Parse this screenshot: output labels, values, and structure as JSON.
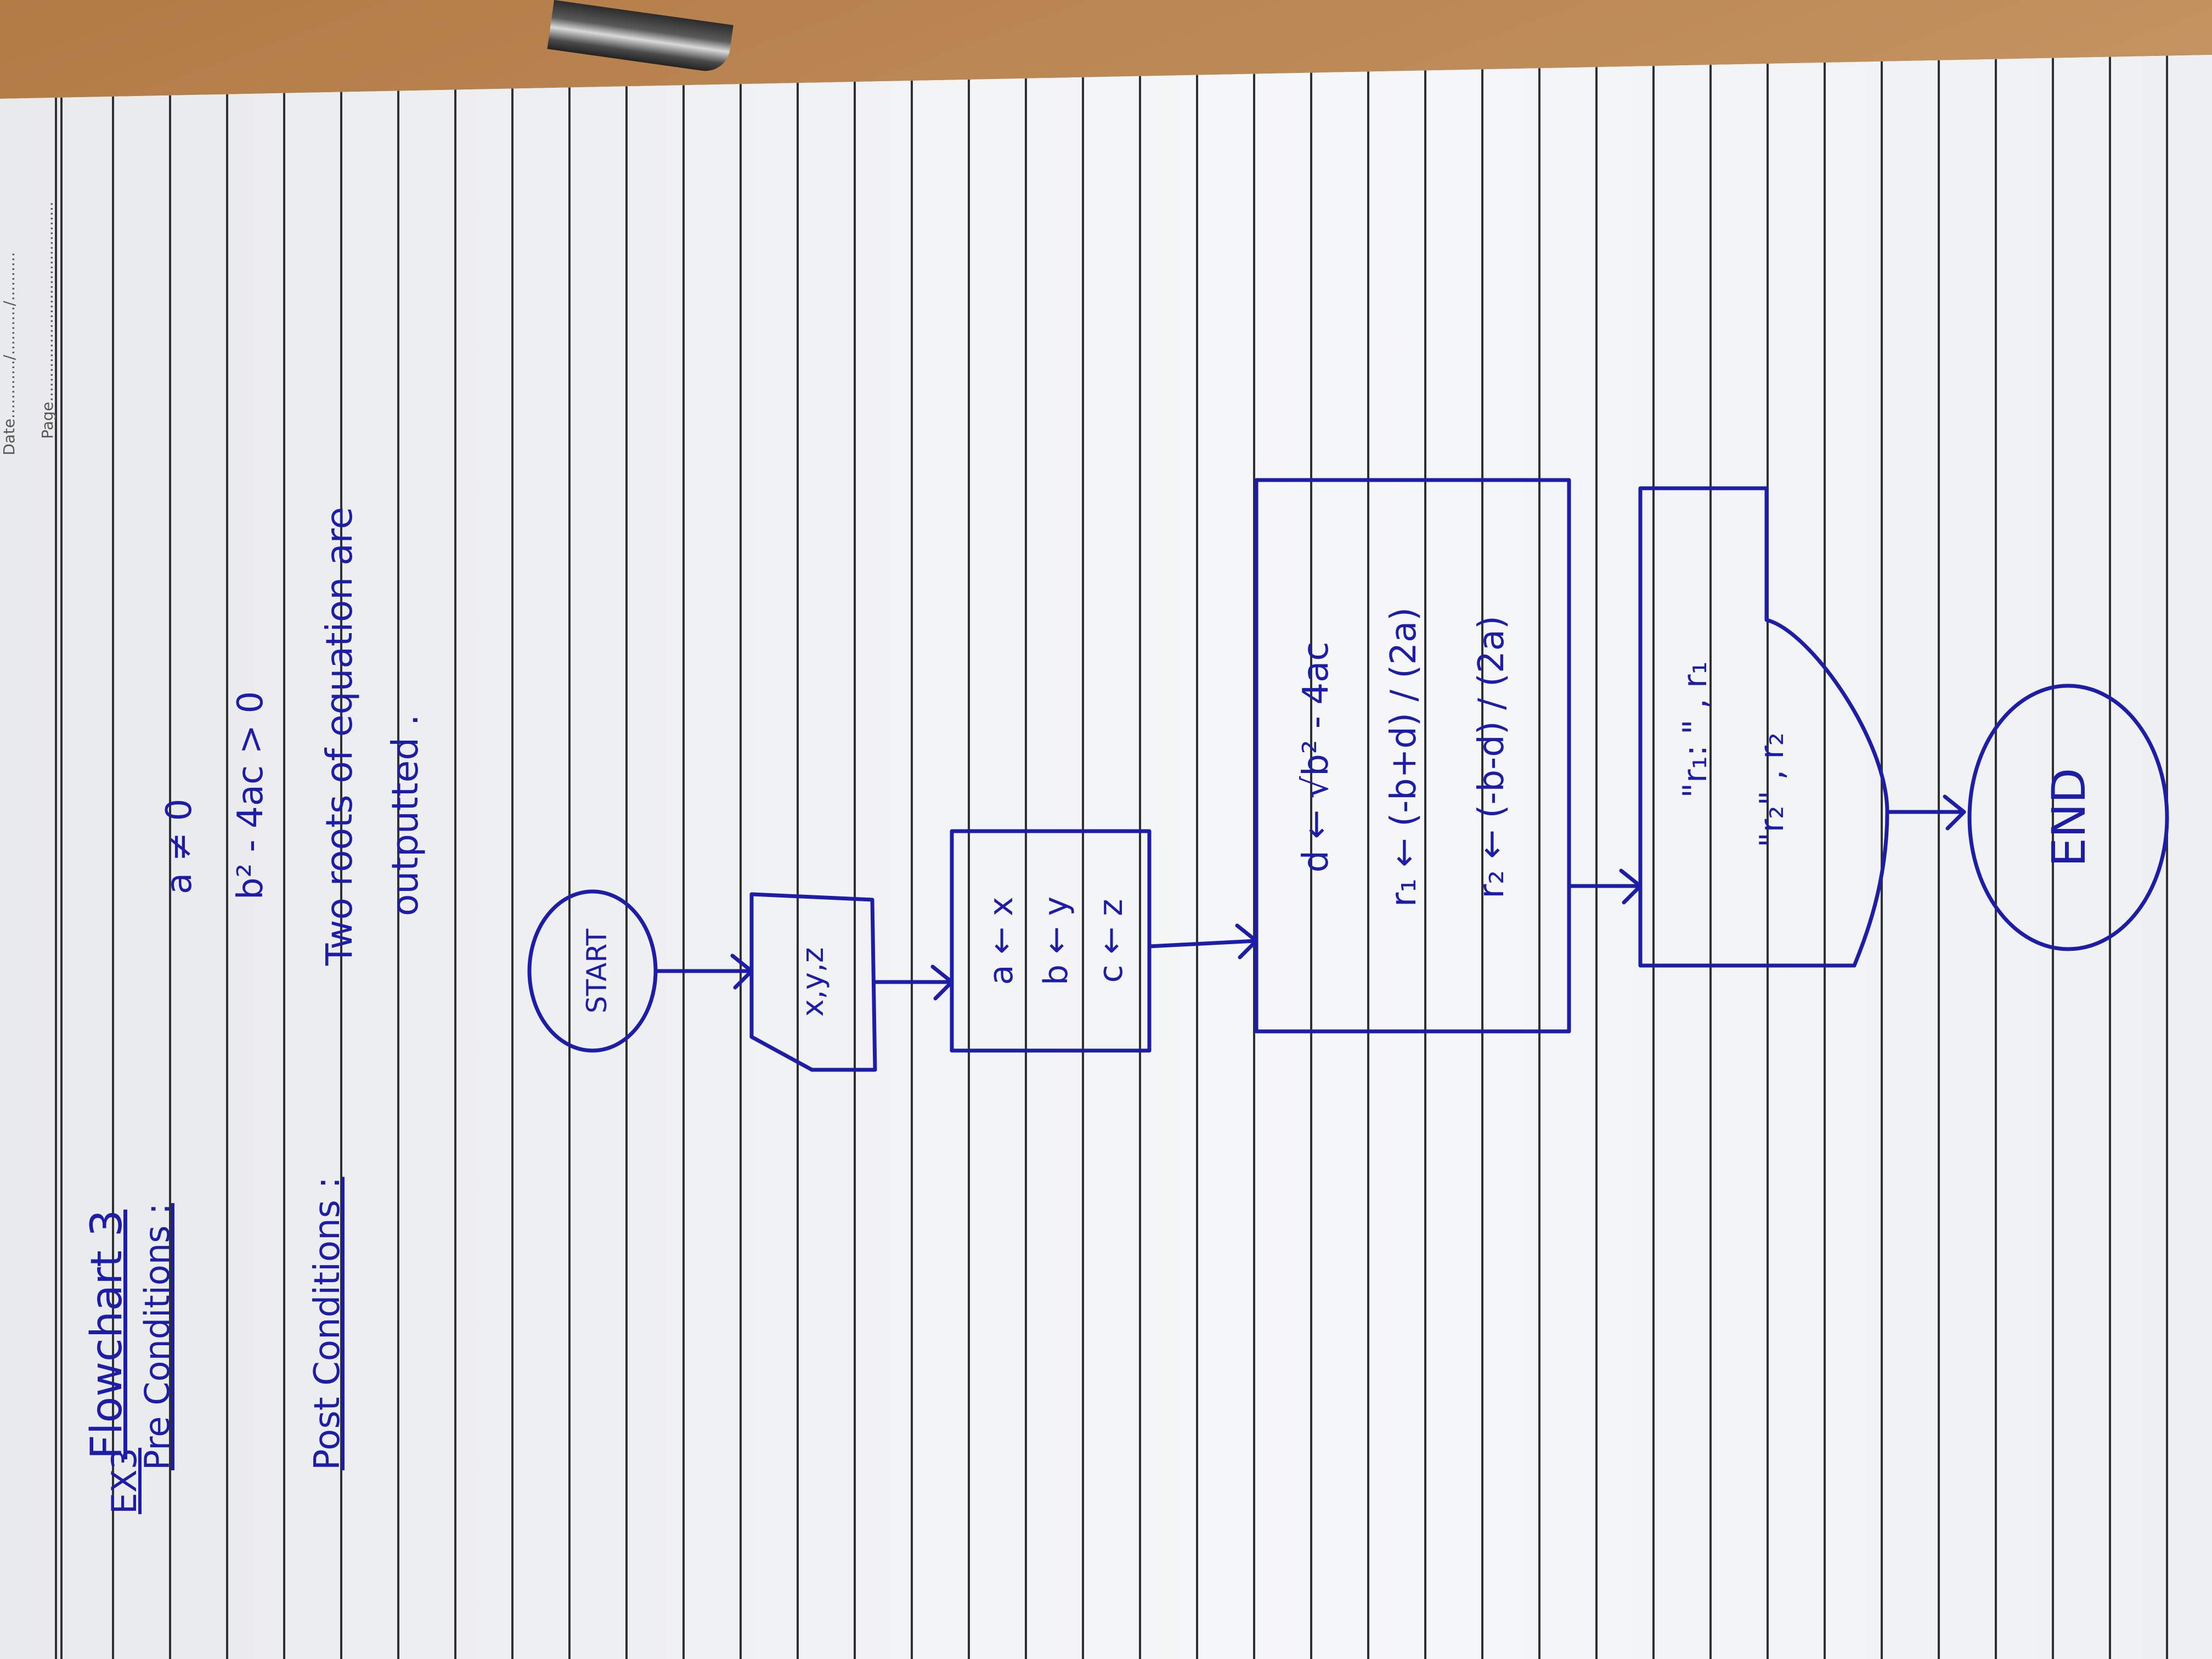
{
  "page_header": {
    "date_label": "Date",
    "page_label": "Page"
  },
  "title": {
    "exercise": "EX3",
    "heading": "Flowchart 3"
  },
  "pre_conditions": {
    "label": "Pre Conditions :",
    "items": [
      "a ≠ 0",
      "b² - 4ac > 0"
    ]
  },
  "post_conditions": {
    "label": "Post Conditions :",
    "text_line1": "Two roots of equation are",
    "text_line2": "outputted ."
  },
  "flowchart": {
    "start": {
      "label": "START"
    },
    "input": {
      "label": "x,y,z"
    },
    "assign": {
      "lines": [
        "a ← x",
        "b ← y",
        "c ← z"
      ]
    },
    "compute": {
      "lines": [
        "d ← √b² - 4ac",
        "r₁ ← (-b+d) / (2a)",
        "r₂ ← (-b-d) / (2a)"
      ]
    },
    "output": {
      "lines": [
        "\"r₁: \" , r₁",
        "\"r₂\" , r₂"
      ]
    },
    "end": {
      "label": "END"
    }
  },
  "ink_color": "#1d1da8"
}
